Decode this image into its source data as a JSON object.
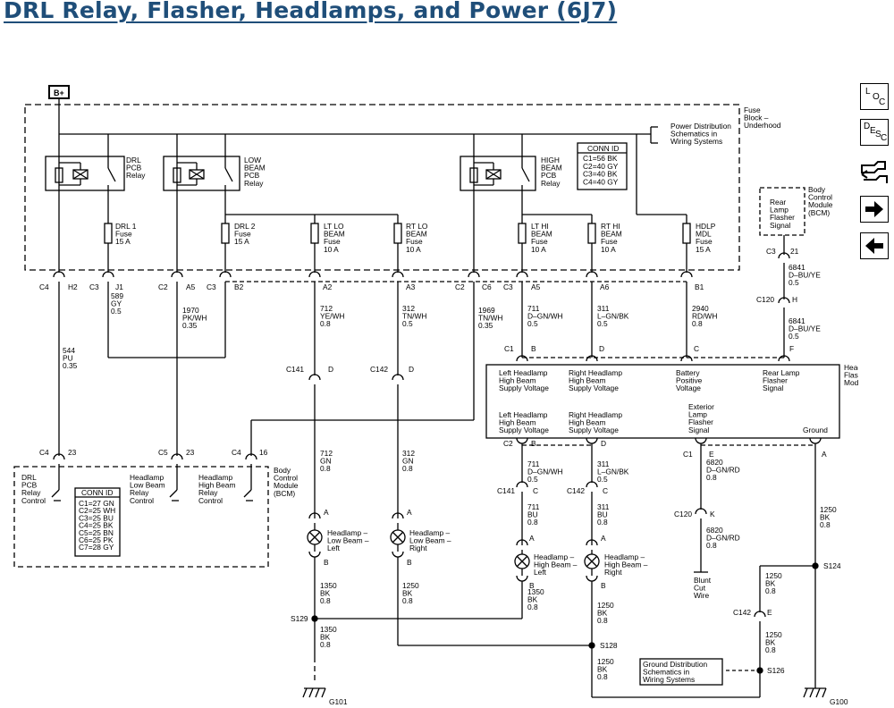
{
  "title": "DRL Relay, Flasher, Headlamps, and Power (6J7)",
  "bplus": "B+",
  "power_note": [
    "Power Distribution",
    "Schematics in",
    "Wiring Systems"
  ],
  "fuse_block": [
    "Fuse",
    "Block –",
    "Underhood"
  ],
  "relays": {
    "drl": [
      "DRL",
      "PCB",
      "Relay"
    ],
    "low": [
      "LOW",
      "BEAM",
      "PCB",
      "Relay"
    ],
    "high": [
      "HIGH",
      "BEAM",
      "PCB",
      "Relay"
    ]
  },
  "fuses": {
    "drl1": [
      "DRL 1",
      "Fuse",
      "15 A"
    ],
    "drl2": [
      "DRL 2",
      "Fuse",
      "15 A"
    ],
    "ltlo": [
      "LT LO",
      "BEAM",
      "Fuse",
      "10 A"
    ],
    "rtlo": [
      "RT LO",
      "BEAM",
      "Fuse",
      "10 A"
    ],
    "lthi": [
      "LT HI",
      "BEAM",
      "Fuse",
      "10 A"
    ],
    "rthi": [
      "RT HI",
      "BEAM",
      "Fuse",
      "10 A"
    ],
    "hdlp": [
      "HDLP",
      "MDL",
      "Fuse",
      "15 A"
    ]
  },
  "conn_fuse": {
    "title": "CONN ID",
    "rows": [
      "C1=56 BK",
      "C2=40 GY",
      "C3=40 BK",
      "C4=40 GY"
    ]
  },
  "conn_bcm": {
    "title": "CONN ID",
    "rows": [
      "C1=27 GN",
      "C2=25 WH",
      "C3=25 BU",
      "C4=25 BK",
      "C5=25 BN",
      "C6=25 PK",
      "C7=28 GY"
    ]
  },
  "pins_top": {
    "c4": "C4",
    "h2": "H2",
    "c3a": "C3",
    "j1": "J1",
    "c2a": "C2",
    "a5a": "A5",
    "c3b": "C3",
    "b2": "B2",
    "a2": "A2",
    "a3": "A3",
    "c2b": "C2",
    "c6": "C6",
    "c3c": "C3",
    "a5b": "A5",
    "a6": "A6",
    "b1": "B1"
  },
  "wires": {
    "w544": [
      "544",
      "PU",
      "0.35"
    ],
    "w589": [
      "589",
      "GY",
      "0.5"
    ],
    "w1970": [
      "1970",
      "PK/WH",
      "0.35"
    ],
    "w712a": [
      "712",
      "YE/WH",
      "0.8"
    ],
    "w312a": [
      "312",
      "TN/WH",
      "0.5"
    ],
    "w1969": [
      "1969",
      "TN/WH",
      "0.35"
    ],
    "w711a": [
      "711",
      "D–GN/WH",
      "0.5"
    ],
    "w311a": [
      "311",
      "L–GN/BK",
      "0.5"
    ],
    "w2940": [
      "2940",
      "RD/WH",
      "0.8"
    ],
    "w6841a": [
      "6841",
      "D–BU/YE",
      "0.5"
    ],
    "w6841b": [
      "6841",
      "D–BU/YE",
      "0.5"
    ],
    "w712b": [
      "712",
      "GN",
      "0.8"
    ],
    "w312b": [
      "312",
      "GN",
      "0.8"
    ],
    "w711b": [
      "711",
      "D–GN/WH",
      "0.5"
    ],
    "w311b": [
      "311",
      "L–GN/BK",
      "0.5"
    ],
    "w711c": [
      "711",
      "BU",
      "0.8"
    ],
    "w311c": [
      "311",
      "BU",
      "0.8"
    ],
    "w6820a": [
      "6820",
      "D–GN/RD",
      "0.8"
    ],
    "w6820b": [
      "6820",
      "D–GN/RD",
      "0.8"
    ],
    "w1250a": [
      "1250",
      "BK",
      "0.8"
    ],
    "w1350a": [
      "1350",
      "BK",
      "0.8"
    ],
    "w1250b": [
      "1250",
      "BK",
      "0.8"
    ],
    "w1350b": [
      "1350",
      "BK",
      "0.8"
    ],
    "w1350c": [
      "1350",
      "BK",
      "0.8"
    ],
    "w1250c": [
      "1250",
      "BK",
      "0.8"
    ],
    "w1250d": [
      "1250",
      "BK",
      "0.8"
    ],
    "w1250e": [
      "1250",
      "BK",
      "0.8"
    ],
    "w1250f": [
      "1250",
      "BK",
      "0.8"
    ]
  },
  "conn": {
    "c141a": "C141",
    "c141a_pin": "D",
    "c142a": "C142",
    "c142a_pin": "D",
    "c141b": "C141",
    "c141b_pin": "C",
    "c142b": "C142",
    "c142b_pin": "C",
    "c120a": "C120",
    "c120a_pin": "H",
    "c120b": "C120",
    "c120b_pin": "K",
    "c3_rear": "C3",
    "c3_rear_pin": "21",
    "c142c": "C142",
    "c142c_pin": "E"
  },
  "flasher": {
    "label": [
      "Headlamp",
      "Flasher",
      "Module"
    ],
    "in_lh": [
      "Left Headlamp",
      "High Beam",
      "Supply Voltage"
    ],
    "in_rh": [
      "Right Headlamp",
      "High Beam",
      "Supply Voltage"
    ],
    "batt": [
      "Battery",
      "Positive",
      "Voltage"
    ],
    "rear": [
      "Rear Lamp",
      "Flasher",
      "Signal"
    ],
    "out_lh": [
      "Left Headlamp",
      "High Beam",
      "Supply Voltage"
    ],
    "out_rh": [
      "Right Headlamp",
      "High Beam",
      "Supply Voltage"
    ],
    "ext": [
      "Exterior",
      "Lamp",
      "Flasher",
      "Signal"
    ],
    "ground": "Ground",
    "pins_top": {
      "c1": "C1",
      "b": "B",
      "d": "D",
      "c": "C",
      "f": "F"
    },
    "pins_bot": {
      "c2": "C2",
      "b": "B",
      "d": "D",
      "c1": "C1",
      "e": "E",
      "a": "A"
    }
  },
  "bcm_top": {
    "label": [
      "Body",
      "Control",
      "Module",
      "(BCM)"
    ],
    "signal": [
      "Rear",
      "Lamp",
      "Flasher",
      "Signal"
    ]
  },
  "bcm_bottom": {
    "label": [
      "Body",
      "Control",
      "Module",
      "(BCM)"
    ],
    "drl": [
      "DRL",
      "PCB",
      "Relay",
      "Control"
    ],
    "low": [
      "Headlamp",
      "Low Beam",
      "Relay",
      "Control"
    ],
    "high": [
      "Headlamp",
      "High Beam",
      "Relay",
      "Control"
    ],
    "pins": {
      "c4a": "C4",
      "p23a": "23",
      "c5": "C5",
      "p23b": "23",
      "c4b": "C4",
      "p16": "16"
    }
  },
  "lamps": {
    "lolt": [
      "Headlamp –",
      "Low Beam –",
      "Left"
    ],
    "lort": [
      "Headlamp –",
      "Low Beam –",
      "Right"
    ],
    "hilt": [
      "Headlamp –",
      "High Beam –",
      "Left"
    ],
    "hirt": [
      "Headlamp –",
      "High Beam –",
      "Right"
    ],
    "pin_a": "A",
    "pin_b": "B"
  },
  "blunt": [
    "Blunt",
    "Cut",
    "Wire"
  ],
  "splices": {
    "s129": "S129",
    "s128": "S128",
    "s124": "S124",
    "s126": "S126"
  },
  "ground_note": [
    "Ground Distribution",
    "Schematics in",
    "Wiring Systems"
  ],
  "grounds": {
    "g101": "G101",
    "g100": "G100"
  },
  "nav": [
    "L",
    "O",
    "C",
    "D",
    "E",
    "S",
    "C"
  ]
}
